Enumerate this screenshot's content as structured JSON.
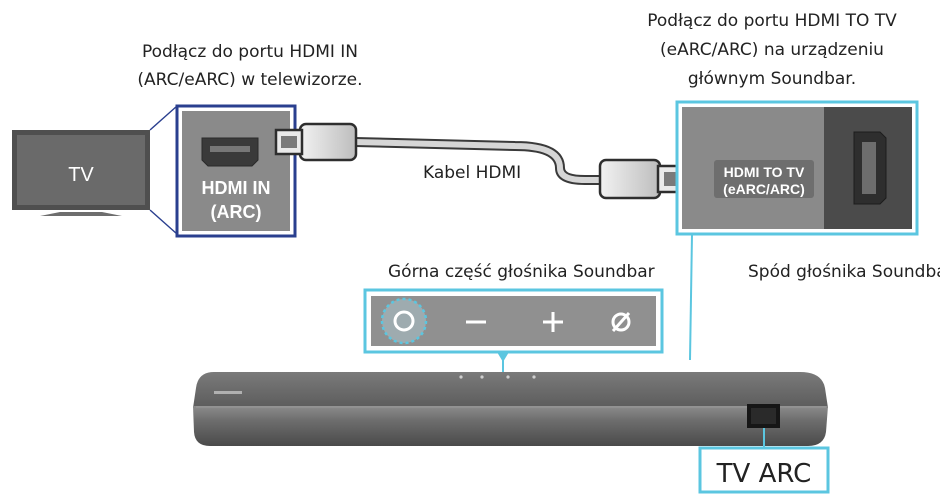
{
  "tv": {
    "label": "TV"
  },
  "tv_port": {
    "caption_line1": "Podłącz do portu HDMI IN",
    "caption_line2": "(ARC/eARC) w telewizorze.",
    "port_line1": "HDMI IN",
    "port_line2": "(ARC)"
  },
  "cable": {
    "label": "Kabel HDMI"
  },
  "soundbar_port": {
    "caption_line1": "Podłącz do portu HDMI TO TV",
    "caption_line2": "(eARC/ARC) na urządzeniu",
    "caption_line3": "głównym Soundbar.",
    "port_line1": "HDMI TO TV",
    "port_line2": "(eARC/ARC)"
  },
  "soundbar_top": {
    "caption": "Górna część głośnika Soundbar",
    "buttons": [
      "power-icon",
      "volume-down-icon",
      "volume-up-icon",
      "input-source-icon"
    ]
  },
  "soundbar_bottom": {
    "caption": "Spód głośnika Soundbar"
  },
  "tv_arc": {
    "label": "TV ARC"
  },
  "colors": {
    "callout_cyan": "#5bc6e0",
    "tv_port_blue": "#2a3f8f",
    "panel_gray": "#8a8a8a"
  }
}
